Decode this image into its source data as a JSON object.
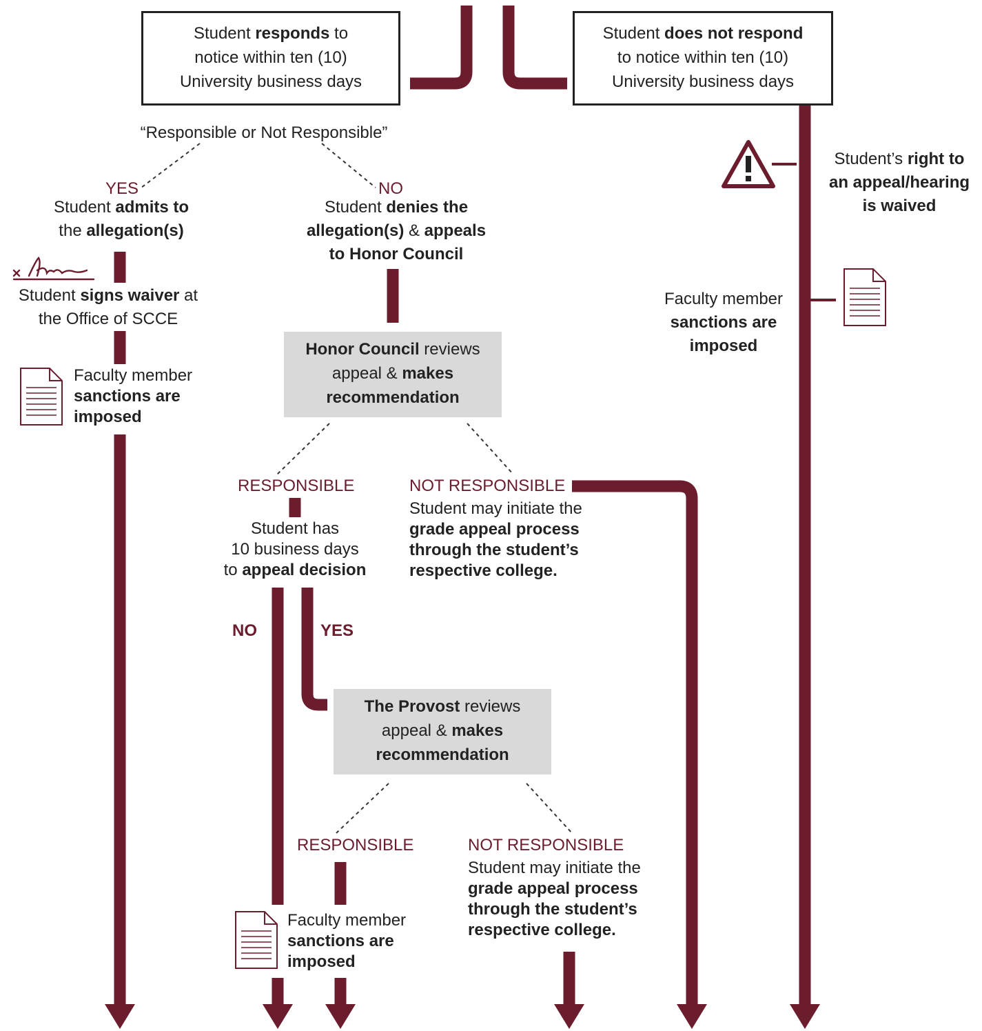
{
  "respond_box": {
    "l1_pre": "Student ",
    "l1_bold": "responds",
    "l1_post": " to",
    "l2": "notice within ten (10)",
    "l3": "University business days"
  },
  "no_respond_box": {
    "l1_pre": "Student ",
    "l1_bold": "does not respond",
    "l2": "to notice within ten (10)",
    "l3": "University business days"
  },
  "question": "“Responsible or Not Responsible”",
  "yes_label": "YES",
  "no_label": "NO",
  "admits": {
    "l1_pre": "Student ",
    "l1_bold": "admits to",
    "l2_pre": "the ",
    "l2_bold": "allegation(s)"
  },
  "denies": {
    "l1_pre": "Student ",
    "l1_bold": "denies the",
    "l2_bold": "allegation(s)",
    "l2_mid": " & ",
    "l2_bold2": "appeals",
    "l3_bold": "to Honor Council"
  },
  "waiver": {
    "l1_pre": "Student ",
    "l1_bold": "signs waiver",
    "l1_post": " at",
    "l2": "the Office of SCCE"
  },
  "sanctions": {
    "l1": "Faculty member",
    "l2": "sanctions are",
    "l3": "imposed"
  },
  "waived": {
    "l1_pre": "Student’s ",
    "l1_bold": "right to",
    "l2_bold": "an appeal/hearing",
    "l3_bold": "is waived"
  },
  "honor_council": {
    "l1_bold": "Honor Council",
    "l1_post": " reviews",
    "l2_pre": "appeal & ",
    "l2_bold": "makes",
    "l3_bold": "recommendation"
  },
  "provost": {
    "l1_bold": "The Provost",
    "l1_post": " reviews",
    "l2_pre": "appeal & ",
    "l2_bold": "makes",
    "l3_bold": "recommendation"
  },
  "responsible_label": "RESPONSIBLE",
  "not_responsible_label": "NOT RESPONSIBLE",
  "appeal_window": {
    "l1": "Student has",
    "l2": "10 business days",
    "l3_pre": "to ",
    "l3_bold": "appeal decision"
  },
  "grade_appeal": {
    "l1": "Student may initiate the",
    "l2_bold": "grade appeal process",
    "l3_bold": "through the student’s",
    "l4_bold": "respective college."
  },
  "no_bold": "NO",
  "yes_bold": "YES",
  "colors": {
    "maroon": "#6b1d2d",
    "box_border": "#222222",
    "gray_box": "#d9d9d9",
    "text": "#222222"
  }
}
